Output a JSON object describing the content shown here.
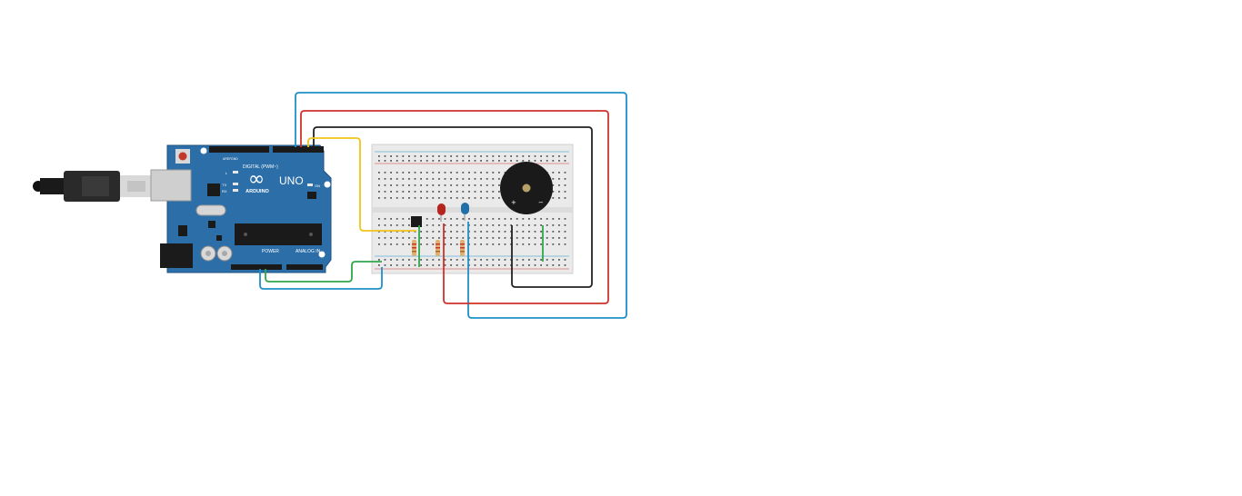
{
  "board": {
    "brand": "ARDUINO",
    "model": "UNO",
    "logo_symbol": "∞",
    "digital_label": "DIGITAL (PWM~)",
    "power_label": "POWER",
    "analog_label": "ANALOG IN",
    "on_label": "ON",
    "l_label": "L",
    "tx_label": "TX",
    "rx_label": "RX",
    "icsp_label": "ICSP",
    "aref_label": "AREF",
    "gnd_label": "GND"
  },
  "buzzer": {
    "plus_label": "+",
    "minus_label": "−"
  },
  "colors": {
    "board": "#2b6ea8",
    "wire_blue": "#1e90c8",
    "wire_red": "#d0312d",
    "wire_black": "#222222",
    "wire_yellow": "#f0c419",
    "wire_green": "#2ea84a",
    "led_red": "#b5261e",
    "led_blue": "#1f6fa8"
  }
}
